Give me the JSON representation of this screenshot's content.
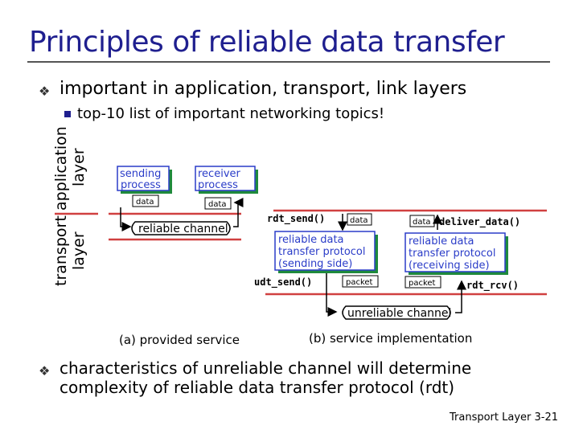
{
  "slide": {
    "title": "Principles of reliable data transfer",
    "bullets": [
      "important in application, transport, link layers",
      "characteristics of unreliable channel will determine complexity of reliable data transfer protocol (rdt)"
    ],
    "sub_bullet": "top-10 list of important networking topics!",
    "footer": "Transport Layer 3-21"
  },
  "diagram": {
    "layer_labels": {
      "application": "application",
      "application_2": "layer",
      "transport": "transport",
      "transport_2": "layer"
    },
    "left": {
      "sending_process": [
        "sending",
        "process"
      ],
      "receiver_process": [
        "receiver",
        "process"
      ],
      "data_left": "data",
      "data_right": "data",
      "channel": "reliable channel",
      "caption": "(a)  provided service"
    },
    "right": {
      "rdt_send": "rdt_send()",
      "deliver_data": "deliver_data()",
      "udt_send": "udt_send()",
      "rdt_rcv": "rdt_rcv()",
      "data_in": "data",
      "data_out": "data",
      "packet_out": "packet",
      "packet_in": "packet",
      "sender_protocol": [
        "reliable data",
        "transfer protocol",
        "(sending side)"
      ],
      "receiver_protocol": [
        "reliable data",
        "transfer protocol",
        "(receiving side)"
      ],
      "channel": "unreliable channel",
      "caption": "(b)  service implementation"
    },
    "colors": {
      "blue": "#2a3cc8",
      "green": "#1f8a3c",
      "red": "#d04040",
      "title": "#1f1f8f"
    }
  }
}
